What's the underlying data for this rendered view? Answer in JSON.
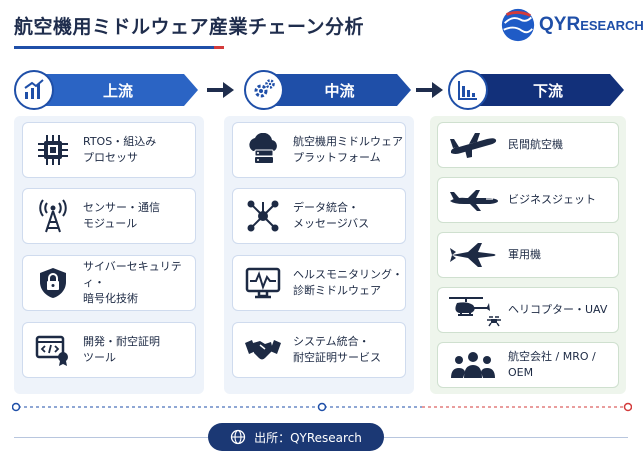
{
  "title": "航空機用ミドルウェア産業チェーン分析",
  "logo": {
    "main": "QYR",
    "rest": "ESEARCH"
  },
  "stages": {
    "upstream": {
      "label": "上流",
      "items": [
        {
          "icon": "cpu-chip-icon",
          "text": "RTOS・組込み\nプロセッサ"
        },
        {
          "icon": "antenna-tower-icon",
          "text": "センサー・通信\nモジュール"
        },
        {
          "icon": "security-lock-icon",
          "text": "サイバーセキュリティ・\n暗号化技術"
        },
        {
          "icon": "code-certificate-icon",
          "text": "開発・耐空証明\nツール"
        }
      ]
    },
    "midstream": {
      "label": "中流",
      "items": [
        {
          "icon": "cloud-server-icon",
          "text": "航空機用ミドルウェア\nプラットフォーム"
        },
        {
          "icon": "network-nodes-icon",
          "text": "データ統合・\nメッセージバス"
        },
        {
          "icon": "health-monitor-icon",
          "text": "ヘルスモニタリング・\n診断ミドルウェア"
        },
        {
          "icon": "handshake-icon",
          "text": "システム統合・\n耐空証明サービス"
        }
      ]
    },
    "downstream": {
      "label": "下流",
      "items": [
        {
          "icon": "airliner-icon",
          "text": "民間航空機"
        },
        {
          "icon": "business-jet-icon",
          "text": "ビジネスジェット"
        },
        {
          "icon": "fighter-jet-icon",
          "text": "軍用機"
        },
        {
          "icon": "helicopter-drone-icon",
          "text": "ヘリコプター・UAV"
        },
        {
          "icon": "people-group-icon",
          "text": "航空会社 / MRO / OEM"
        }
      ]
    }
  },
  "source": "出所：QYResearch",
  "colors": {
    "navy": "#1f2d4d",
    "blue": "#1f4fa8",
    "light_blue": "#2b64c4",
    "dark_blue": "#12307a",
    "red": "#d33b3b"
  }
}
